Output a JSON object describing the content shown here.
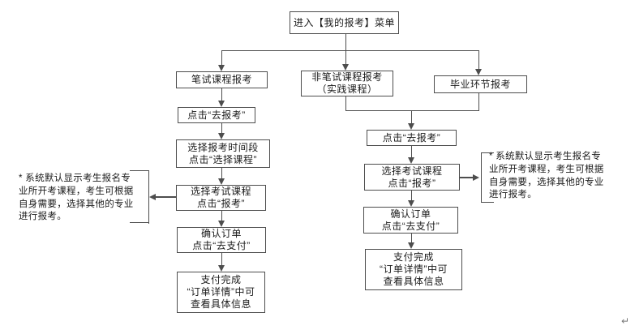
{
  "colors": {
    "line": "#4d4d4d",
    "text": "#1a1a1a",
    "background": "#ffffff",
    "paragraph_mark": "#7a7a7a"
  },
  "nodes": {
    "start": {
      "label": "进入【我的报考】菜单"
    },
    "written_course": {
      "label": "笔试课程报考"
    },
    "non_written_course": {
      "lines": [
        "非笔试课程报考",
        "（实践课程）"
      ]
    },
    "graduation": {
      "label": "毕业环节报考"
    },
    "written_flow": {
      "click_register": {
        "label": "点击“去报考”"
      },
      "select_time": {
        "lines": [
          "选择报考时间段",
          "点击“选择课程”"
        ]
      },
      "select_course": {
        "lines": [
          "选择考试课程",
          "点击“报考”"
        ]
      },
      "confirm_order": {
        "lines": [
          "确认订单",
          "点击“去支付”"
        ]
      },
      "payment_done": {
        "lines": [
          "支付完成",
          "“订单详情”中可",
          "查看具体信息"
        ]
      }
    },
    "merged_flow": {
      "click_register": {
        "label": "点击“去报考”"
      },
      "select_course": {
        "lines": [
          "选择考试课程",
          "点击“报考”"
        ]
      },
      "confirm_order": {
        "lines": [
          "确认订单",
          "点击“去支付”"
        ]
      },
      "payment_done": {
        "lines": [
          "支付完成",
          "“订单详情”中可",
          "查看具体信息"
        ]
      }
    }
  },
  "notes": {
    "left": {
      "lines": [
        "* 系统默认显示考生报名专",
        "业所开考课程，考生可根据",
        "自身需要，选择其他的专业",
        "进行报考。"
      ]
    },
    "right": {
      "lines": [
        "* 系统默认显示考生报名专",
        "业所开考课程，考生可根据",
        "自身需要，选择其他的专业",
        "进行报考。"
      ]
    }
  },
  "misc": {
    "paragraph_mark": "↵"
  }
}
